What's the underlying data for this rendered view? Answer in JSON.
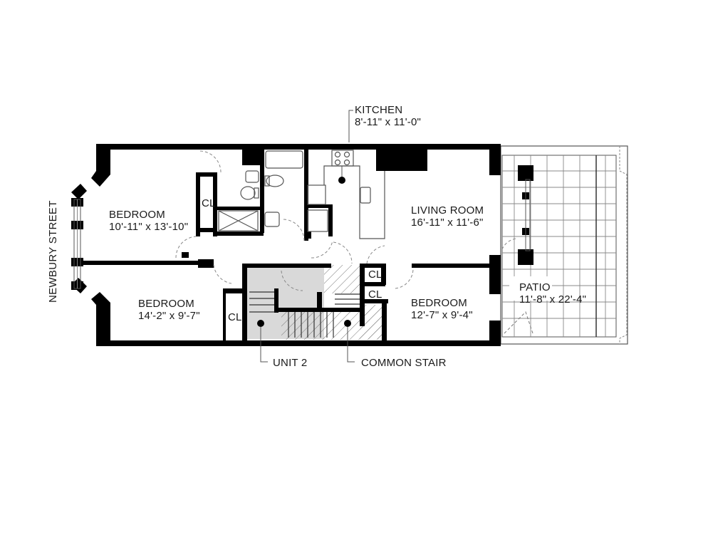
{
  "street": {
    "label": "NEWBURY STREET"
  },
  "rooms": {
    "kitchen": {
      "name": "KITCHEN",
      "dims": "8'-11\" x 11'-0\""
    },
    "living": {
      "name": "LIVING ROOM",
      "dims": "16'-11\" x 11'-6\""
    },
    "bedroom_front": {
      "name": "BEDROOM",
      "dims": "10'-11\" x 13'-10\""
    },
    "bedroom_front_lower": {
      "name": "BEDROOM",
      "dims": "14'-2\" x 9'-7\""
    },
    "bedroom_rear": {
      "name": "BEDROOM",
      "dims": "12'-7\" x 9'-4\""
    },
    "patio": {
      "name": "PATIO",
      "dims": "11'-8\" x 22'-4\""
    }
  },
  "closets": {
    "label": "CL"
  },
  "callouts": {
    "unit": "UNIT 2",
    "stair": "COMMON STAIR"
  },
  "colors": {
    "wall": "#000000",
    "unit_shade": "#d9d9d9",
    "line": "#555555",
    "grid": "#777777"
  }
}
